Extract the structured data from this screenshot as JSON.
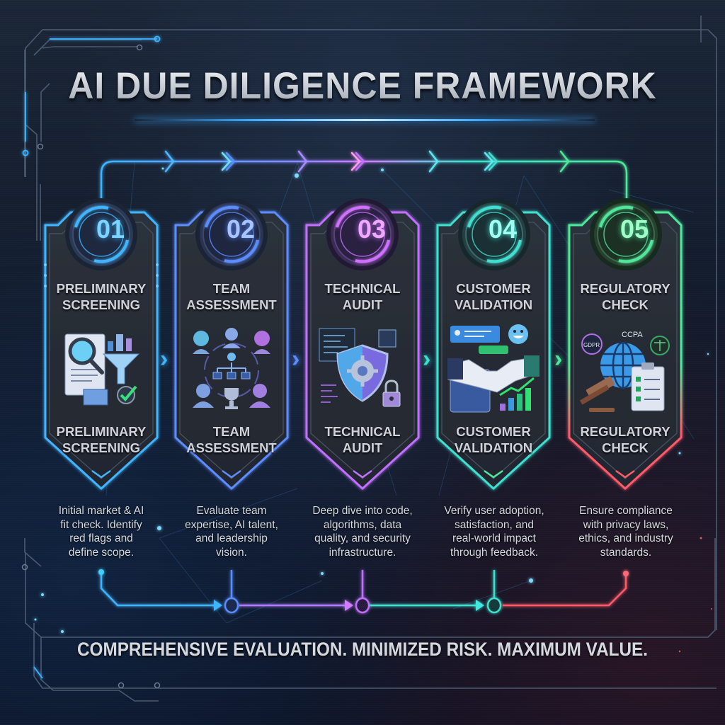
{
  "header": {
    "title": "AI DUE DILIGENCE FRAMEWORK"
  },
  "steps": [
    {
      "number": "01",
      "title_line1": "PRELIMINARY",
      "title_line2": "SCREENING",
      "icon": "document-magnifier-funnel-check-icon",
      "description_lines": [
        "Initial market & AI",
        "fit check. Identify",
        "red flags and",
        "define scope."
      ],
      "color": "#3fb4ff"
    },
    {
      "number": "02",
      "title_line1": "TEAM",
      "title_line2": "ASSESSMENT",
      "icon": "team-org-chart-trophy-icon",
      "description_lines": [
        "Evaluate team",
        "expertise, AI talent,",
        "and leadership",
        "vision."
      ],
      "color": "#5b8cff"
    },
    {
      "number": "03",
      "title_line1": "TECHNICAL",
      "title_line2": "AUDIT",
      "icon": "shield-gear-code-lock-icon",
      "description_lines": [
        "Deep dive into code,",
        "algorithms, data",
        "quality, and security",
        "infrastructure."
      ],
      "color": "#c070ff"
    },
    {
      "number": "04",
      "title_line1": "CUSTOMER",
      "title_line2": "VALIDATION",
      "icon": "handshake-feedback-growth-icon",
      "description_lines": [
        "Verify user adoption,",
        "satisfaction, and",
        "real-world impact",
        "through feedback."
      ],
      "color": "#3fe0d0"
    },
    {
      "number": "05",
      "title_line1": "REGULATORY",
      "title_line2": "CHECK",
      "icon": "globe-gavel-checklist-icon",
      "icon_labels": {
        "top": "CCPA",
        "left": "GDPR"
      },
      "description_lines": [
        "Ensure compliance",
        "with privacy laws,",
        "ethics, and industry",
        "standards."
      ],
      "color": "#4fe89a",
      "bottom_color": "#ff5a6a"
    }
  ],
  "footer": {
    "tagline": "COMPREHENSIVE EVALUATION. MINIMIZED RISK. MAXIMUM VALUE."
  },
  "colors": {
    "background": "#0d1424",
    "title_text": "#d8dce2",
    "accent_blue": "#3fb4ff",
    "accent_purple": "#c070ff",
    "accent_teal": "#3fe0d0",
    "accent_green": "#4fe89a",
    "accent_red": "#ff5a6a"
  }
}
